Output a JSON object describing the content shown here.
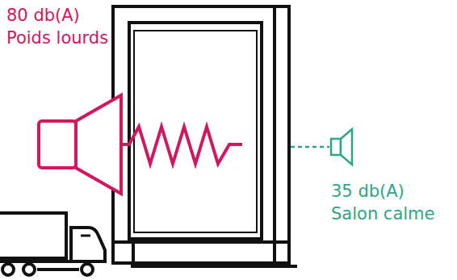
{
  "diagram": {
    "labels": [
      "80 db(A)",
      "Poids lourds",
      "35 db(A)",
      "Salon calme"
    ]
  }
}
